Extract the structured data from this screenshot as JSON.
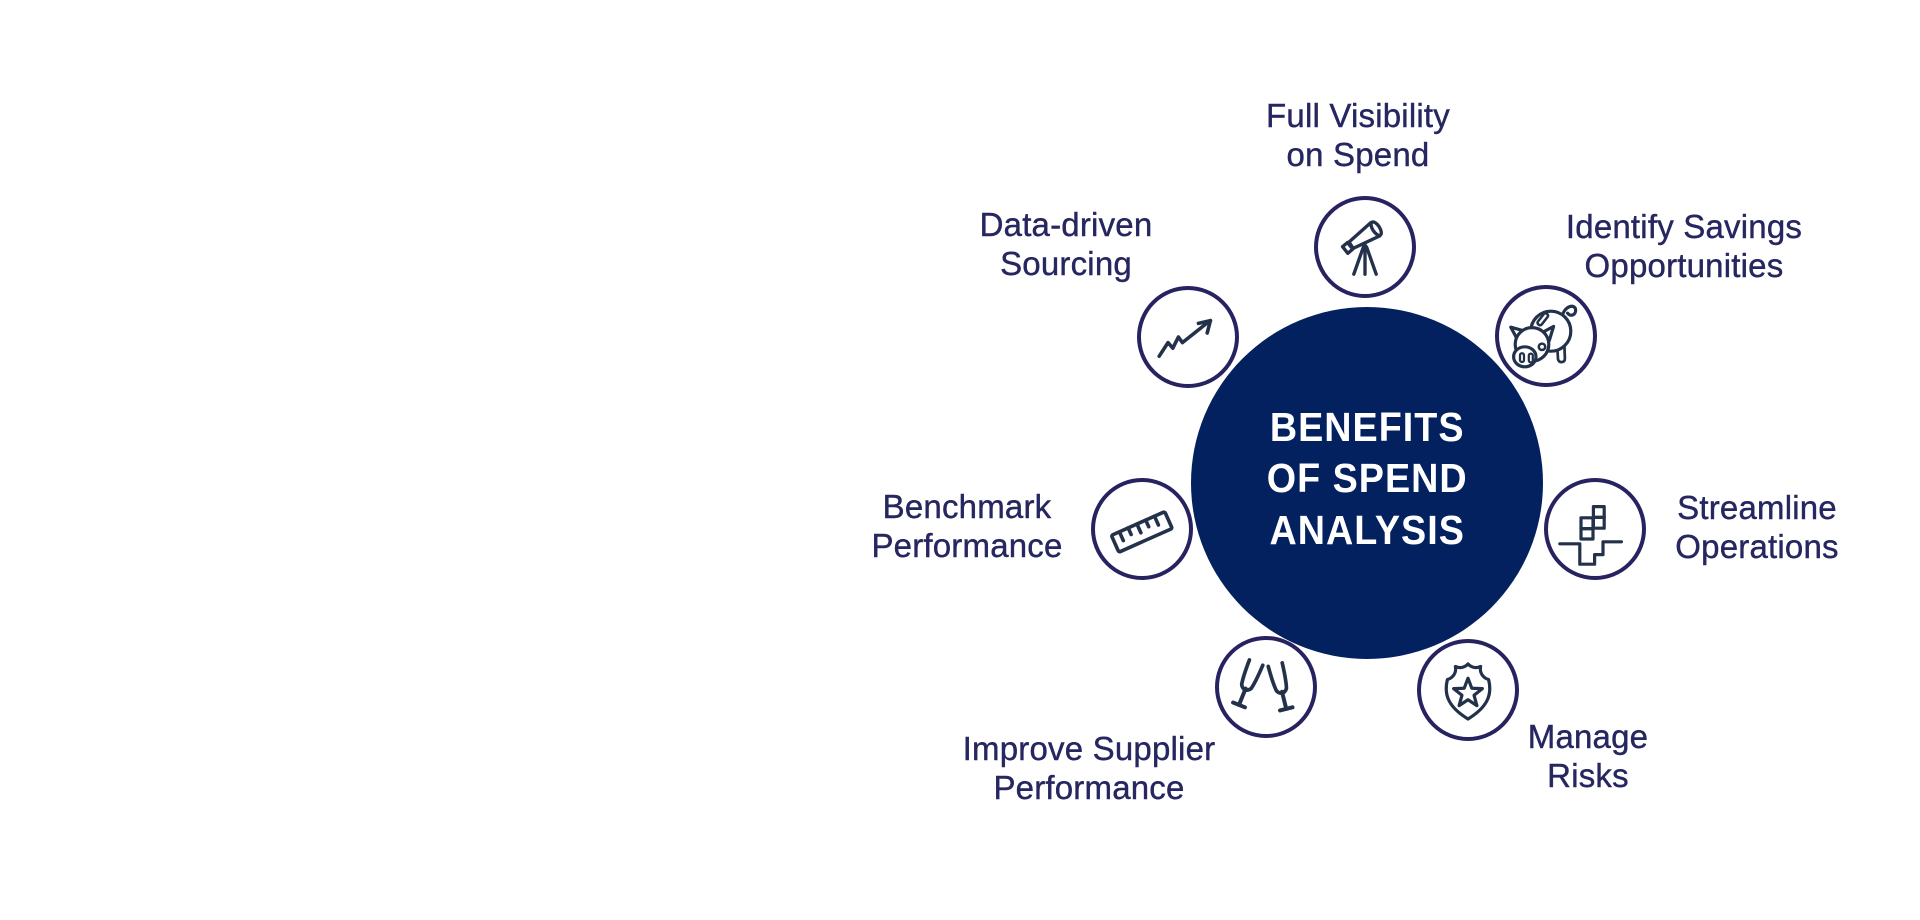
{
  "title": "Benefits of Spend Analysis",
  "center": {
    "lines": [
      "BENEFITS",
      "OF SPEND",
      "ANALYSIS"
    ]
  },
  "nodes": [
    {
      "id": "full-visibility-on-spend",
      "icon": "telescope-icon",
      "lines": [
        "Full Visibility",
        "on Spend"
      ]
    },
    {
      "id": "identify-savings-opportunities",
      "icon": "piggy-bank-icon",
      "lines": [
        "Identify Savings",
        "Opportunities"
      ]
    },
    {
      "id": "streamline-operations",
      "icon": "blocks-steps-icon",
      "lines": [
        "Streamline",
        "Operations"
      ]
    },
    {
      "id": "manage-risks",
      "icon": "shield-badge-icon",
      "lines": [
        "Manage",
        "Risks"
      ]
    },
    {
      "id": "improve-supplier-performance",
      "icon": "champagne-glasses-icon",
      "lines": [
        "Improve Supplier",
        "Performance"
      ]
    },
    {
      "id": "benchmark-performance",
      "icon": "ruler-icon",
      "lines": [
        "Benchmark",
        "Performance"
      ]
    },
    {
      "id": "data-driven-sourcing",
      "icon": "trend-arrow-icon",
      "lines": [
        "Data-driven",
        "Sourcing"
      ]
    }
  ],
  "colors": {
    "hub_fill": "#04215f",
    "hub_text": "#ffffff",
    "ring_stroke": "#272260",
    "icon_stroke": "#23324a",
    "label_text": "#262660",
    "background": "#ffffff"
  }
}
